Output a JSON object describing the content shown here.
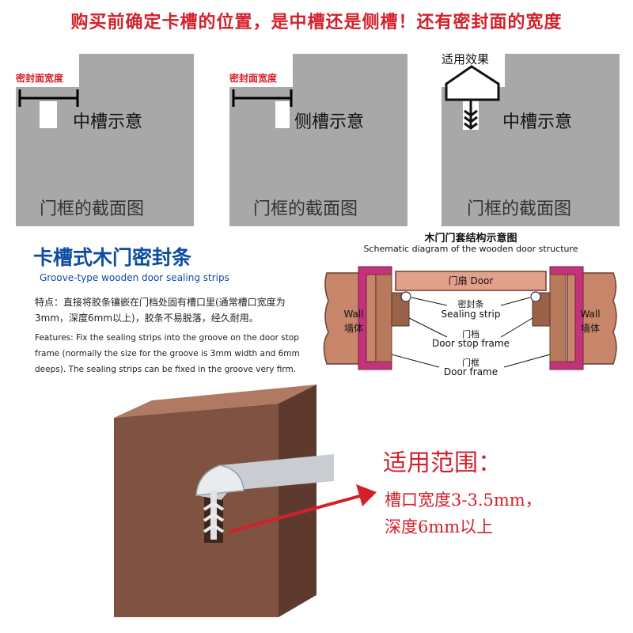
{
  "headline": "购买前确定卡槽的位置，是中槽还是侧槽！还有密封面的宽度",
  "panels": [
    {
      "width_label": "密封面宽度",
      "slot_label": "中槽示意",
      "caption": "门框的截面图"
    },
    {
      "width_label": "密封面宽度",
      "slot_label": "侧槽示意",
      "caption": "门框的截面图"
    },
    {
      "effect_label": "适用效果",
      "slot_label": "中槽示意",
      "caption": "门框的截面图"
    }
  ],
  "product": {
    "title_cn": "卡槽式木门密封条",
    "title_en": "Groove-type wooden door sealing strips",
    "features_cn": "特点：直接将胶条镶嵌在门档处固有槽口里(通常槽口宽度为3mm，深度6mm以上)，胶条不易脱落，经久耐用。",
    "features_en": "Features: Fix the sealing strips into the groove on the door stop frame (normally the size for the groove is 3mm width and 6mm deeps). The sealing strips can be fixed in the groove very firm."
  },
  "diagram": {
    "title_cn": "木门门套结构示意图",
    "title_en": "Schematic diagram of the wooden door structure",
    "door_label": "门扇 Door",
    "wall_left_en": "Wall",
    "wall_left_cn": "墙体",
    "wall_right_en": "Wall",
    "wall_right_cn": "墙体",
    "strip_cn": "密封条",
    "strip_en": "Sealing strip",
    "stop_cn": "门档",
    "stop_en": "Door stop frame",
    "frame_cn": "门框",
    "frame_en": "Door frame"
  },
  "scope": {
    "title": "适用范围：",
    "line1": "槽口宽度3-3.5mm，",
    "line2": "深度6mm以上"
  },
  "colors": {
    "accent_red": "#d4202a",
    "title_blue": "#0d4ca3",
    "panel_gray": "#a8a8a8",
    "wood": "#8a5a45",
    "magenta": "#c2337a"
  }
}
